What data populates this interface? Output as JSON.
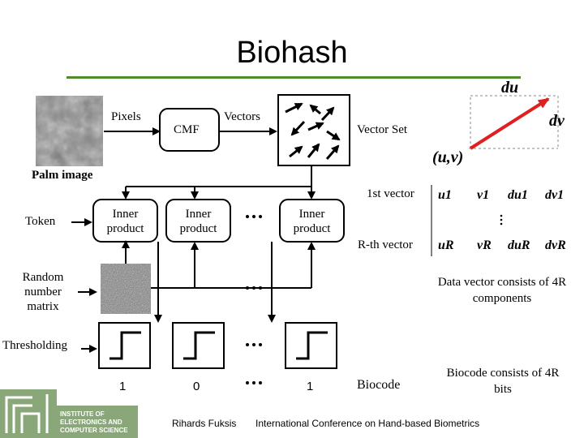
{
  "slide": {
    "title": "Biohash",
    "palm_image_label": "Palm image",
    "pixels_label": "Pixels",
    "cmf_label": "CMF",
    "vectors_label": "Vectors",
    "vector_set_label": "Vector Set",
    "du_label": "du",
    "dv_label": "dv",
    "uv_label": "(u,v)",
    "first_vector_label": "1st vector",
    "rth_vector_label": "R-th vector",
    "row1": [
      "u1",
      "v1",
      "du1",
      "dv1"
    ],
    "rowR": [
      "uR",
      "vR",
      "duR",
      "dvR"
    ],
    "token_label": "Token",
    "inner_product_label": "Inner product",
    "random_matrix_label": "Random number matrix",
    "thresholding_label": "Thresholding",
    "data_vector_note": "Data vector consists of 4R components",
    "biocode_label": "Biocode",
    "biocode_note": "Biocode consists of 4R bits",
    "bits": [
      "1",
      "0",
      "1"
    ],
    "author": "Rihards Fuksis",
    "conference": "International Conference on Hand-based Biometrics",
    "institute": [
      "INSTITUTE OF",
      "ELECTRONICS AND",
      "COMPUTER SCIENCE"
    ]
  },
  "colors": {
    "accent_rule": "#4e8a2e",
    "vector_arrow": "#e02020",
    "logo_green": "#8aa77a"
  }
}
